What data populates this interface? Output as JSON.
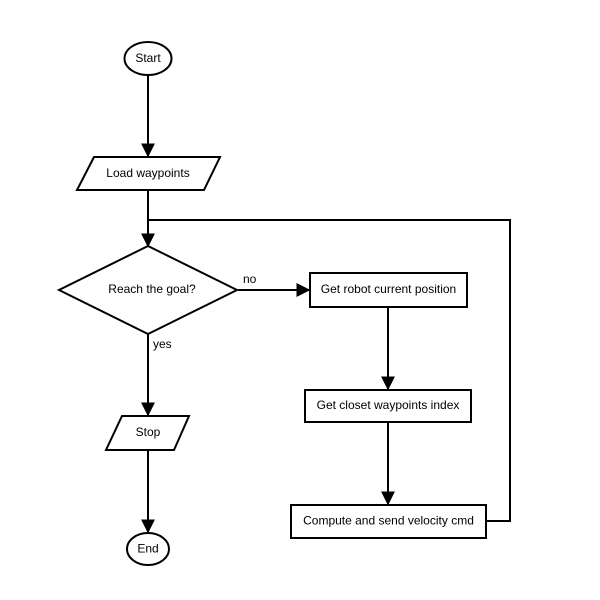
{
  "nodes": {
    "start": "Start",
    "load_waypoints": "Load waypoints",
    "reach_goal": "Reach the goal?",
    "get_position": "Get robot current position",
    "get_index": "Get closet waypoints index",
    "compute_velocity": "Compute and send velocity cmd",
    "stop": "Stop",
    "end": "End"
  },
  "edge_labels": {
    "no": "no",
    "yes": "yes"
  },
  "colors": {
    "stroke": "#000000",
    "fill": "#ffffff"
  }
}
